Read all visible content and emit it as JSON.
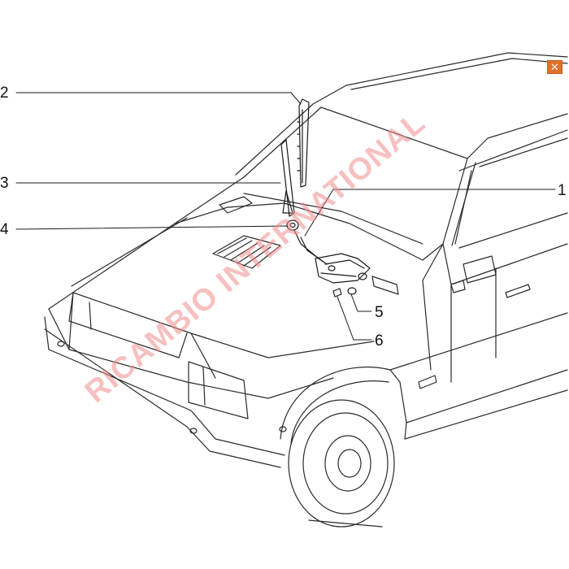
{
  "callouts": [
    {
      "id": "callout-1",
      "label": "1"
    },
    {
      "id": "callout-2",
      "label": "2"
    },
    {
      "id": "callout-3",
      "label": "3"
    },
    {
      "id": "callout-4",
      "label": "4"
    },
    {
      "id": "callout-5",
      "label": "5"
    },
    {
      "id": "callout-6",
      "label": "6"
    }
  ],
  "watermark": {
    "text": "RICAMBIO INTERNATIONAL",
    "color": "#f08c8c"
  },
  "close_button": {
    "icon": "close-icon",
    "glyph": "✕",
    "color": "#e2712a"
  }
}
